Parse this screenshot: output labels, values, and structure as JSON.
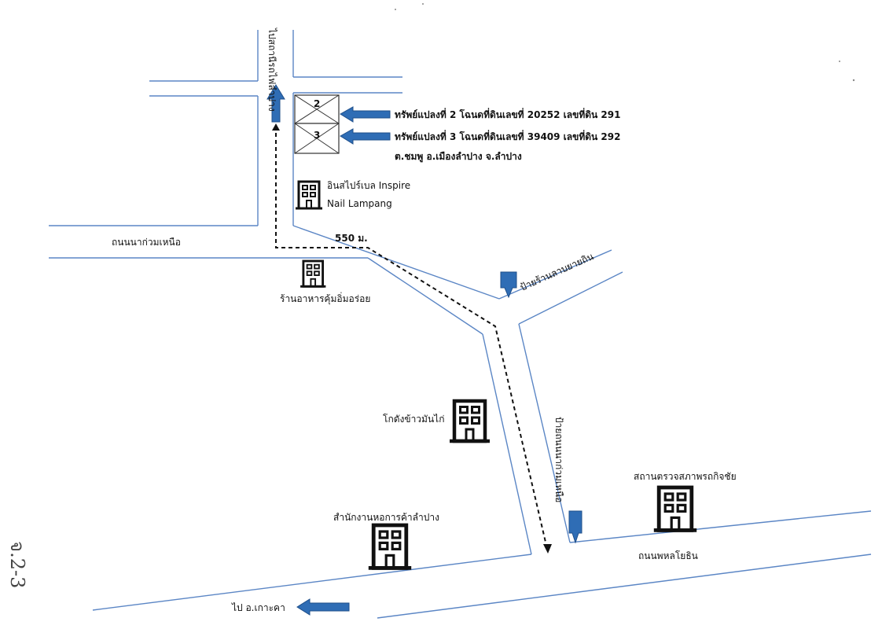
{
  "roads": {
    "north_south": "ไปสถานีรถไฟลำปาง",
    "upper_west": "ถนนนาก่วมเหนือ",
    "bottom_main": "ถนนพหลโยธิน",
    "middle_branch": "ป้ายถนนนาก่วมเหนือ"
  },
  "parcels": {
    "parcel_2_number": "2",
    "parcel_3_number": "3",
    "line_1": "ทรัพย์แปลงที่ 2 โฉนดที่ดินเลขที่ 20252 เลขที่ดิน 291",
    "line_2": "ทรัพย์แปลงที่ 3 โฉนดที่ดินเลขที่ 39409 เลขที่ดิน 292",
    "line_3": "ต.ชมพู อ.เมืองลำปาง จ.ลำปาง"
  },
  "landmarks": {
    "inspire_line1": "อินสไปร์เบล Inspire",
    "inspire_line2": "Nail Lampang",
    "restaurant": "ร้านอาหารคุ้มอิ่มอร่อย",
    "sign_yayathin": "ป้ายร้านลาบยายถิน",
    "godown": "โกดังข้าวมันไก่",
    "inspection": "สถานตรวจสภาพรถกิจชัย",
    "commerce_office": "สำนักงานหอการค้าลำปาง",
    "ko_kha": "ไป อ.เกาะคา"
  },
  "route": {
    "distance": "550 ม."
  },
  "handwritten_note": "จ.2-3",
  "colors": {
    "road_line": "#5b86c5",
    "arrow": "#2f6db5",
    "route": "#111111"
  },
  "icons": [
    "building-icon",
    "arrow-up-icon",
    "arrow-left-icon",
    "arrow-down-icon",
    "land-parcel-icon"
  ]
}
